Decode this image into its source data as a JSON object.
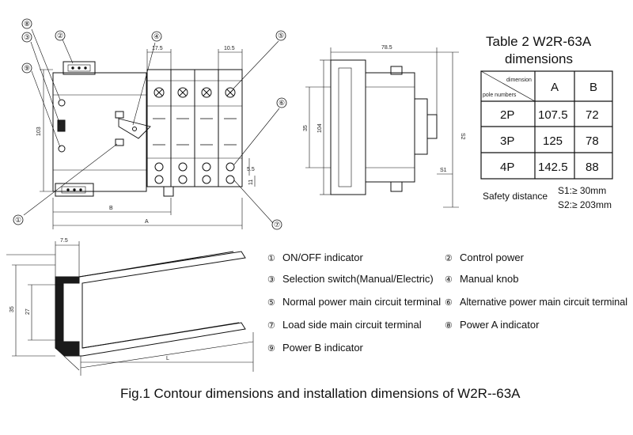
{
  "front_view": {
    "dims": {
      "w_17_5": "17.5",
      "w_10_5": "10.5",
      "h_103": "103",
      "h_5_5": "5.5",
      "h_11": "11",
      "B": "B",
      "A": "A"
    },
    "callouts": [
      "①",
      "②",
      "③",
      "④",
      "⑤",
      "⑥",
      "⑦",
      "⑧",
      "⑨"
    ]
  },
  "side_view": {
    "dims": {
      "w_78_5": "78.5",
      "h_104": "104",
      "h_35": "35",
      "S1": "S1",
      "S2": "S2"
    }
  },
  "table": {
    "title_line1": "Table 2  W2R-63A",
    "title_line2": "dimensions",
    "corner_top": "dimension",
    "corner_bottom": "pole numbers",
    "col_a": "A",
    "col_b": "B",
    "rows": [
      {
        "pole": "2P",
        "a": "107.5",
        "b": "72"
      },
      {
        "pole": "3P",
        "a": "125",
        "b": "78"
      },
      {
        "pole": "4P",
        "a": "142.5",
        "b": "88"
      }
    ],
    "safety_label": "Safety distance",
    "safety_s1": "S1:≥ 30mm",
    "safety_s2": "S2:≥ 203mm"
  },
  "rail": {
    "dims": {
      "w_7_5": "7.5",
      "h_35": "35",
      "h_27": "27",
      "L": "L"
    }
  },
  "legend": [
    {
      "num": "①",
      "text": "ON/OFF indicator"
    },
    {
      "num": "②",
      "text": "Control power"
    },
    {
      "num": "③",
      "text": "Selection switch(Manual/Electric)"
    },
    {
      "num": "④",
      "text": "Manual  knob"
    },
    {
      "num": "⑤",
      "text": "Normal power main circuit terminal"
    },
    {
      "num": "⑥",
      "text": "Alternative power main circuit terminal"
    },
    {
      "num": "⑦",
      "text": "Load side main circuit terminal"
    },
    {
      "num": "⑧",
      "text": "Power A indicator"
    },
    {
      "num": "⑨",
      "text": "Power B indicator"
    }
  ],
  "caption": "Fig.1  Contour dimensions and installation dimensions of W2R--63A",
  "colors": {
    "ink": "#111111",
    "rail_dark": "#1a1a1a",
    "background": "#ffffff"
  }
}
